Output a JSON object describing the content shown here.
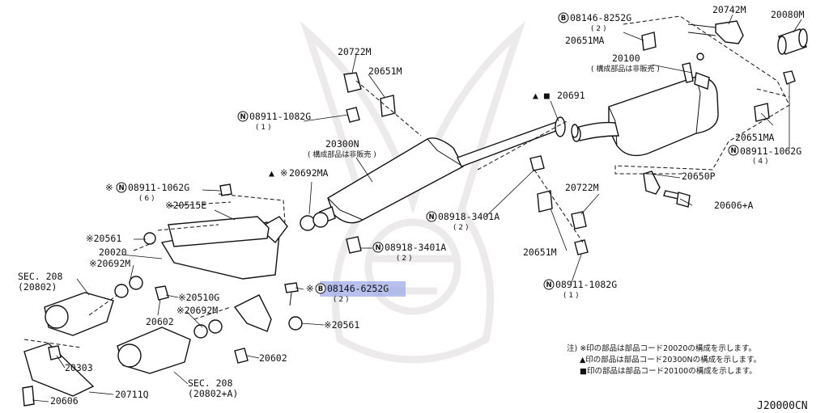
{
  "diagram_code": "J20000CN",
  "highlighted_part": "08146-6252G",
  "labels": {
    "p20742M": "20742M",
    "p20080M": "20080M",
    "b08146_8252G": "08146-8252G",
    "q2a": "( 2 )",
    "p20651MA_top": "20651MA",
    "p20100": "20100",
    "p20100_note": "( 構成部品は非販売 )",
    "p20722M_top": "20722M",
    "p20651M_top": "20651M",
    "mark_20691": "▲ ■",
    "p20691": "20691",
    "n08911_top": "08911-1082G",
    "q1a": "( 1 )",
    "p20651MA_right": "20651MA",
    "n08911_right": "08911-1062G",
    "q4": "( 4 )",
    "p20300N": "20300N",
    "p20300N_note": "( 構成部品は非販売 )",
    "mark_20692MA": "▲ ※",
    "p20692MA": "20692MA",
    "p20650P": "20650P",
    "star_08911_left": "※",
    "n08911_left": "08911-1062G",
    "q6": "( 6 )",
    "p20606A": "20606+A",
    "p20515E": "※20515E",
    "p20722M_mid": "20722M",
    "n08918_mid": "08918-3401A",
    "q2b": "( 2 )",
    "p20561_top": "※20561",
    "n08918_low": "08918-3401A",
    "q2c": "( 2 )",
    "p20020": "20020",
    "p20651M_low": "20651M",
    "p20692M_top": "※20692M",
    "sec208_top": "SEC. 208",
    "sec208_top_sub": "(20802)",
    "star_08146_6252G": "※",
    "b08146_6252G": "08146-6252G",
    "q2d": "( 2 )",
    "n08911_low": "08911-1082G",
    "q1b": "( 1 )",
    "p20510G": "※20510G",
    "p20692M_low": "※20692M",
    "p20602_top": "20602",
    "p20561_low": "※20561",
    "p20303": "20303",
    "p20602_low": "20602",
    "sec208_low": "SEC. 208",
    "sec208_low_sub": "(20802+A)",
    "p20711Q": "20711Q",
    "p20606": "20606"
  },
  "symbols": {
    "n_letter": "N",
    "b_letter": "B"
  },
  "notes": [
    "注) ※印の部品は部品コード20020の構成を示します。",
    "▲印の部品は部品コード20300Nの構成を示します。",
    "■印の部品は部品コード20100の構成を示します。"
  ]
}
